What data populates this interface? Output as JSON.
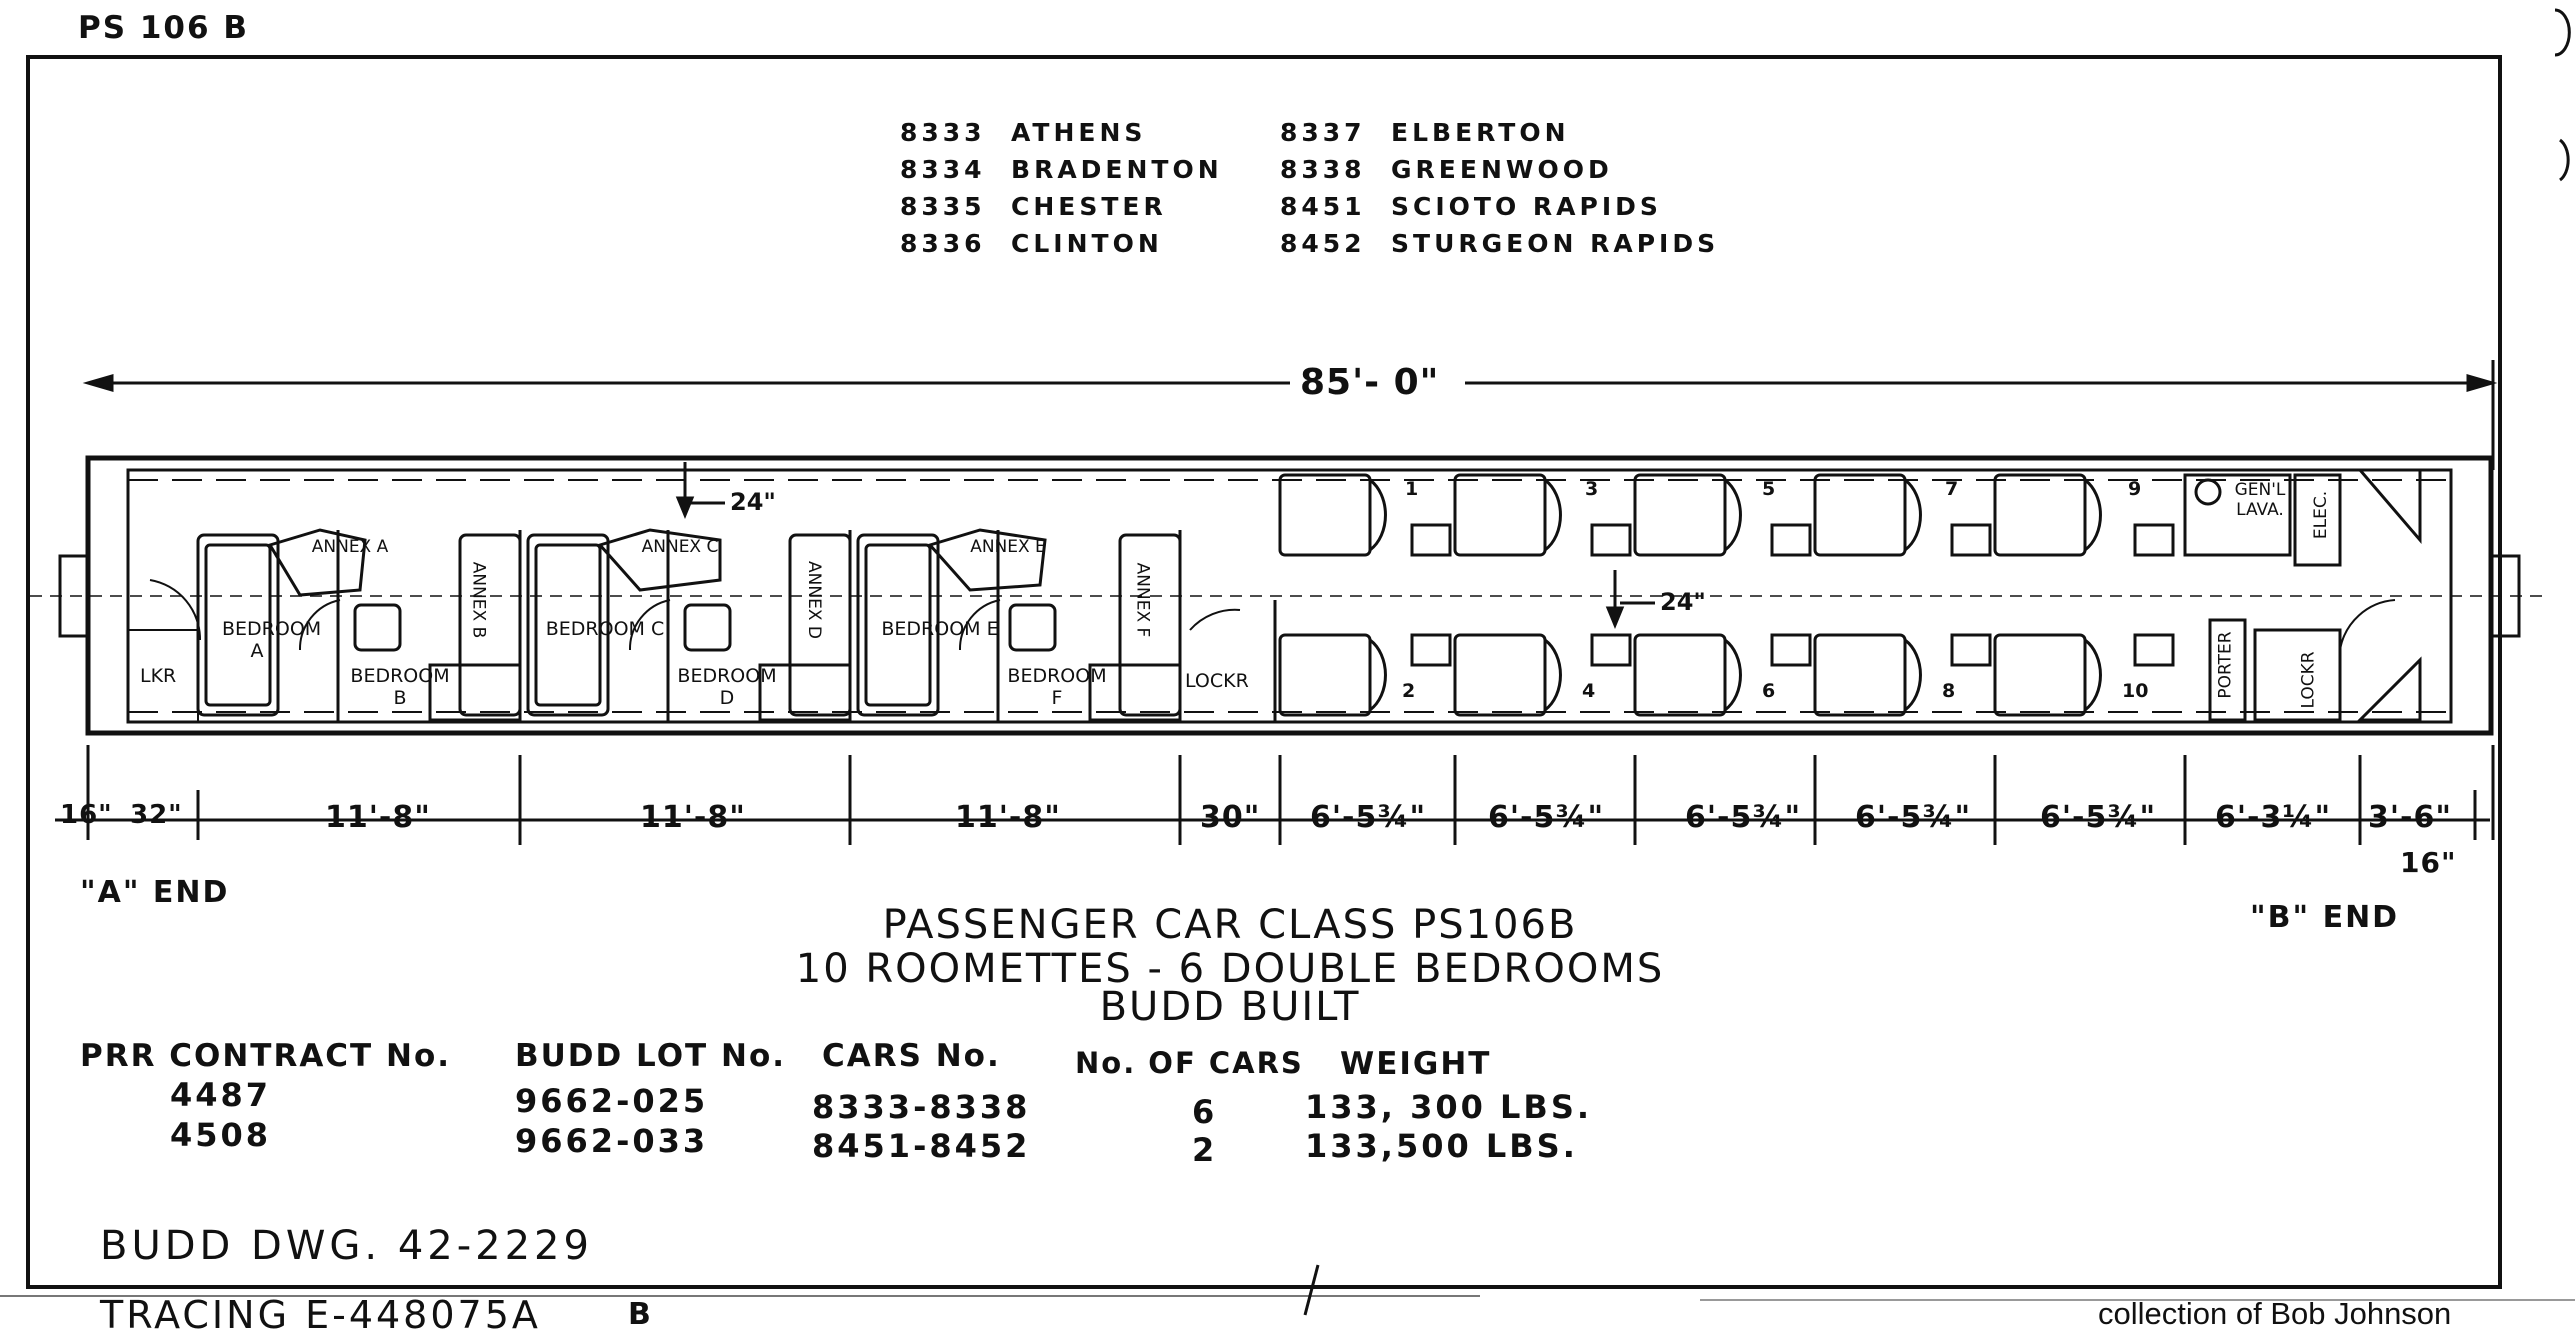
{
  "drawing_id": "PS 106 B",
  "cars_left": [
    {
      "number": "8333",
      "name": "ATHENS"
    },
    {
      "number": "8334",
      "name": "BRADENTON"
    },
    {
      "number": "8335",
      "name": "CHESTER"
    },
    {
      "number": "8336",
      "name": "CLINTON"
    }
  ],
  "cars_right": [
    {
      "number": "8337",
      "name": "ELBERTON"
    },
    {
      "number": "8338",
      "name": "GREENWOOD"
    },
    {
      "number": "8451",
      "name": "SCIOTO RAPIDS"
    },
    {
      "number": "8452",
      "name": "STURGEON RAPIDS"
    }
  ],
  "overall_length": "85'- 0\"",
  "aisle_offset": "24\"",
  "end_labels": {
    "a_end": "\"A\" END",
    "b_end": "\"B\" END"
  },
  "dimensions": [
    "16\"",
    "32\"",
    "11'-8\"",
    "11'-8\"",
    "11'-8\"",
    "30\"",
    "6'-5¾\"",
    "6'-5¾\"",
    "6'-5¾\"",
    "6'-5¾\"",
    "6'-5¾\"",
    "6'-3¼\"",
    "3'-6\"",
    "16\""
  ],
  "rooms": {
    "lkr": "LKR",
    "bedrooms": [
      "BEDROOM A",
      "BEDROOM B",
      "BEDROOM C",
      "BEDROOM D",
      "BEDROOM E",
      "BEDROOM F"
    ],
    "annexes": [
      "ANNEX A",
      "ANNEX B",
      "ANNEX C",
      "ANNEX D",
      "ANNEX E",
      "ANNEX F"
    ],
    "lockr_1": "LOCKR",
    "lockr_2": "LOCKR",
    "roomettes_top": [
      "1",
      "3",
      "5",
      "7",
      "9"
    ],
    "roomettes_bottom": [
      "2",
      "4",
      "6",
      "8",
      "10"
    ],
    "gen_lava": "GEN'L LAVA.",
    "elec": "ELEC.",
    "porter": "PORTER"
  },
  "title": {
    "line1": "PASSENGER CAR CLASS PS106B",
    "line2": "10 ROOMETTES - 6 DOUBLE BEDROOMS",
    "line3": "BUDD BUILT"
  },
  "table": {
    "headers": [
      "PRR CONTRACT No.",
      "BUDD LOT No.",
      "CARS No.",
      "No. OF CARS",
      "WEIGHT"
    ],
    "rows": [
      [
        "4487",
        "9662-025",
        "8333-8338",
        "6",
        "133, 300 LBS."
      ],
      [
        "4508",
        "9662-033",
        "8451-8452",
        "2",
        "133,500 LBS."
      ]
    ]
  },
  "budd_dwg": "BUDD DWG. 42-2229",
  "tracing": "TRACING E-448075A",
  "tracing_rev": "B",
  "credit": "collection of Bob Johnson"
}
